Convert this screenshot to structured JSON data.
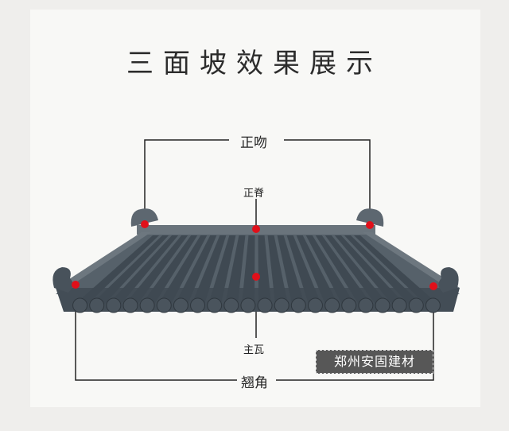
{
  "title": "三面坡效果展示",
  "labels": {
    "ridge_ornament": "正吻",
    "main_ridge": "正脊",
    "main_tile": "主瓦",
    "upturned_corner": "翘角"
  },
  "brand": "郑州安固建材",
  "colors": {
    "marker": "#e0101a",
    "roof": "#4b5660",
    "line": "#222222"
  }
}
